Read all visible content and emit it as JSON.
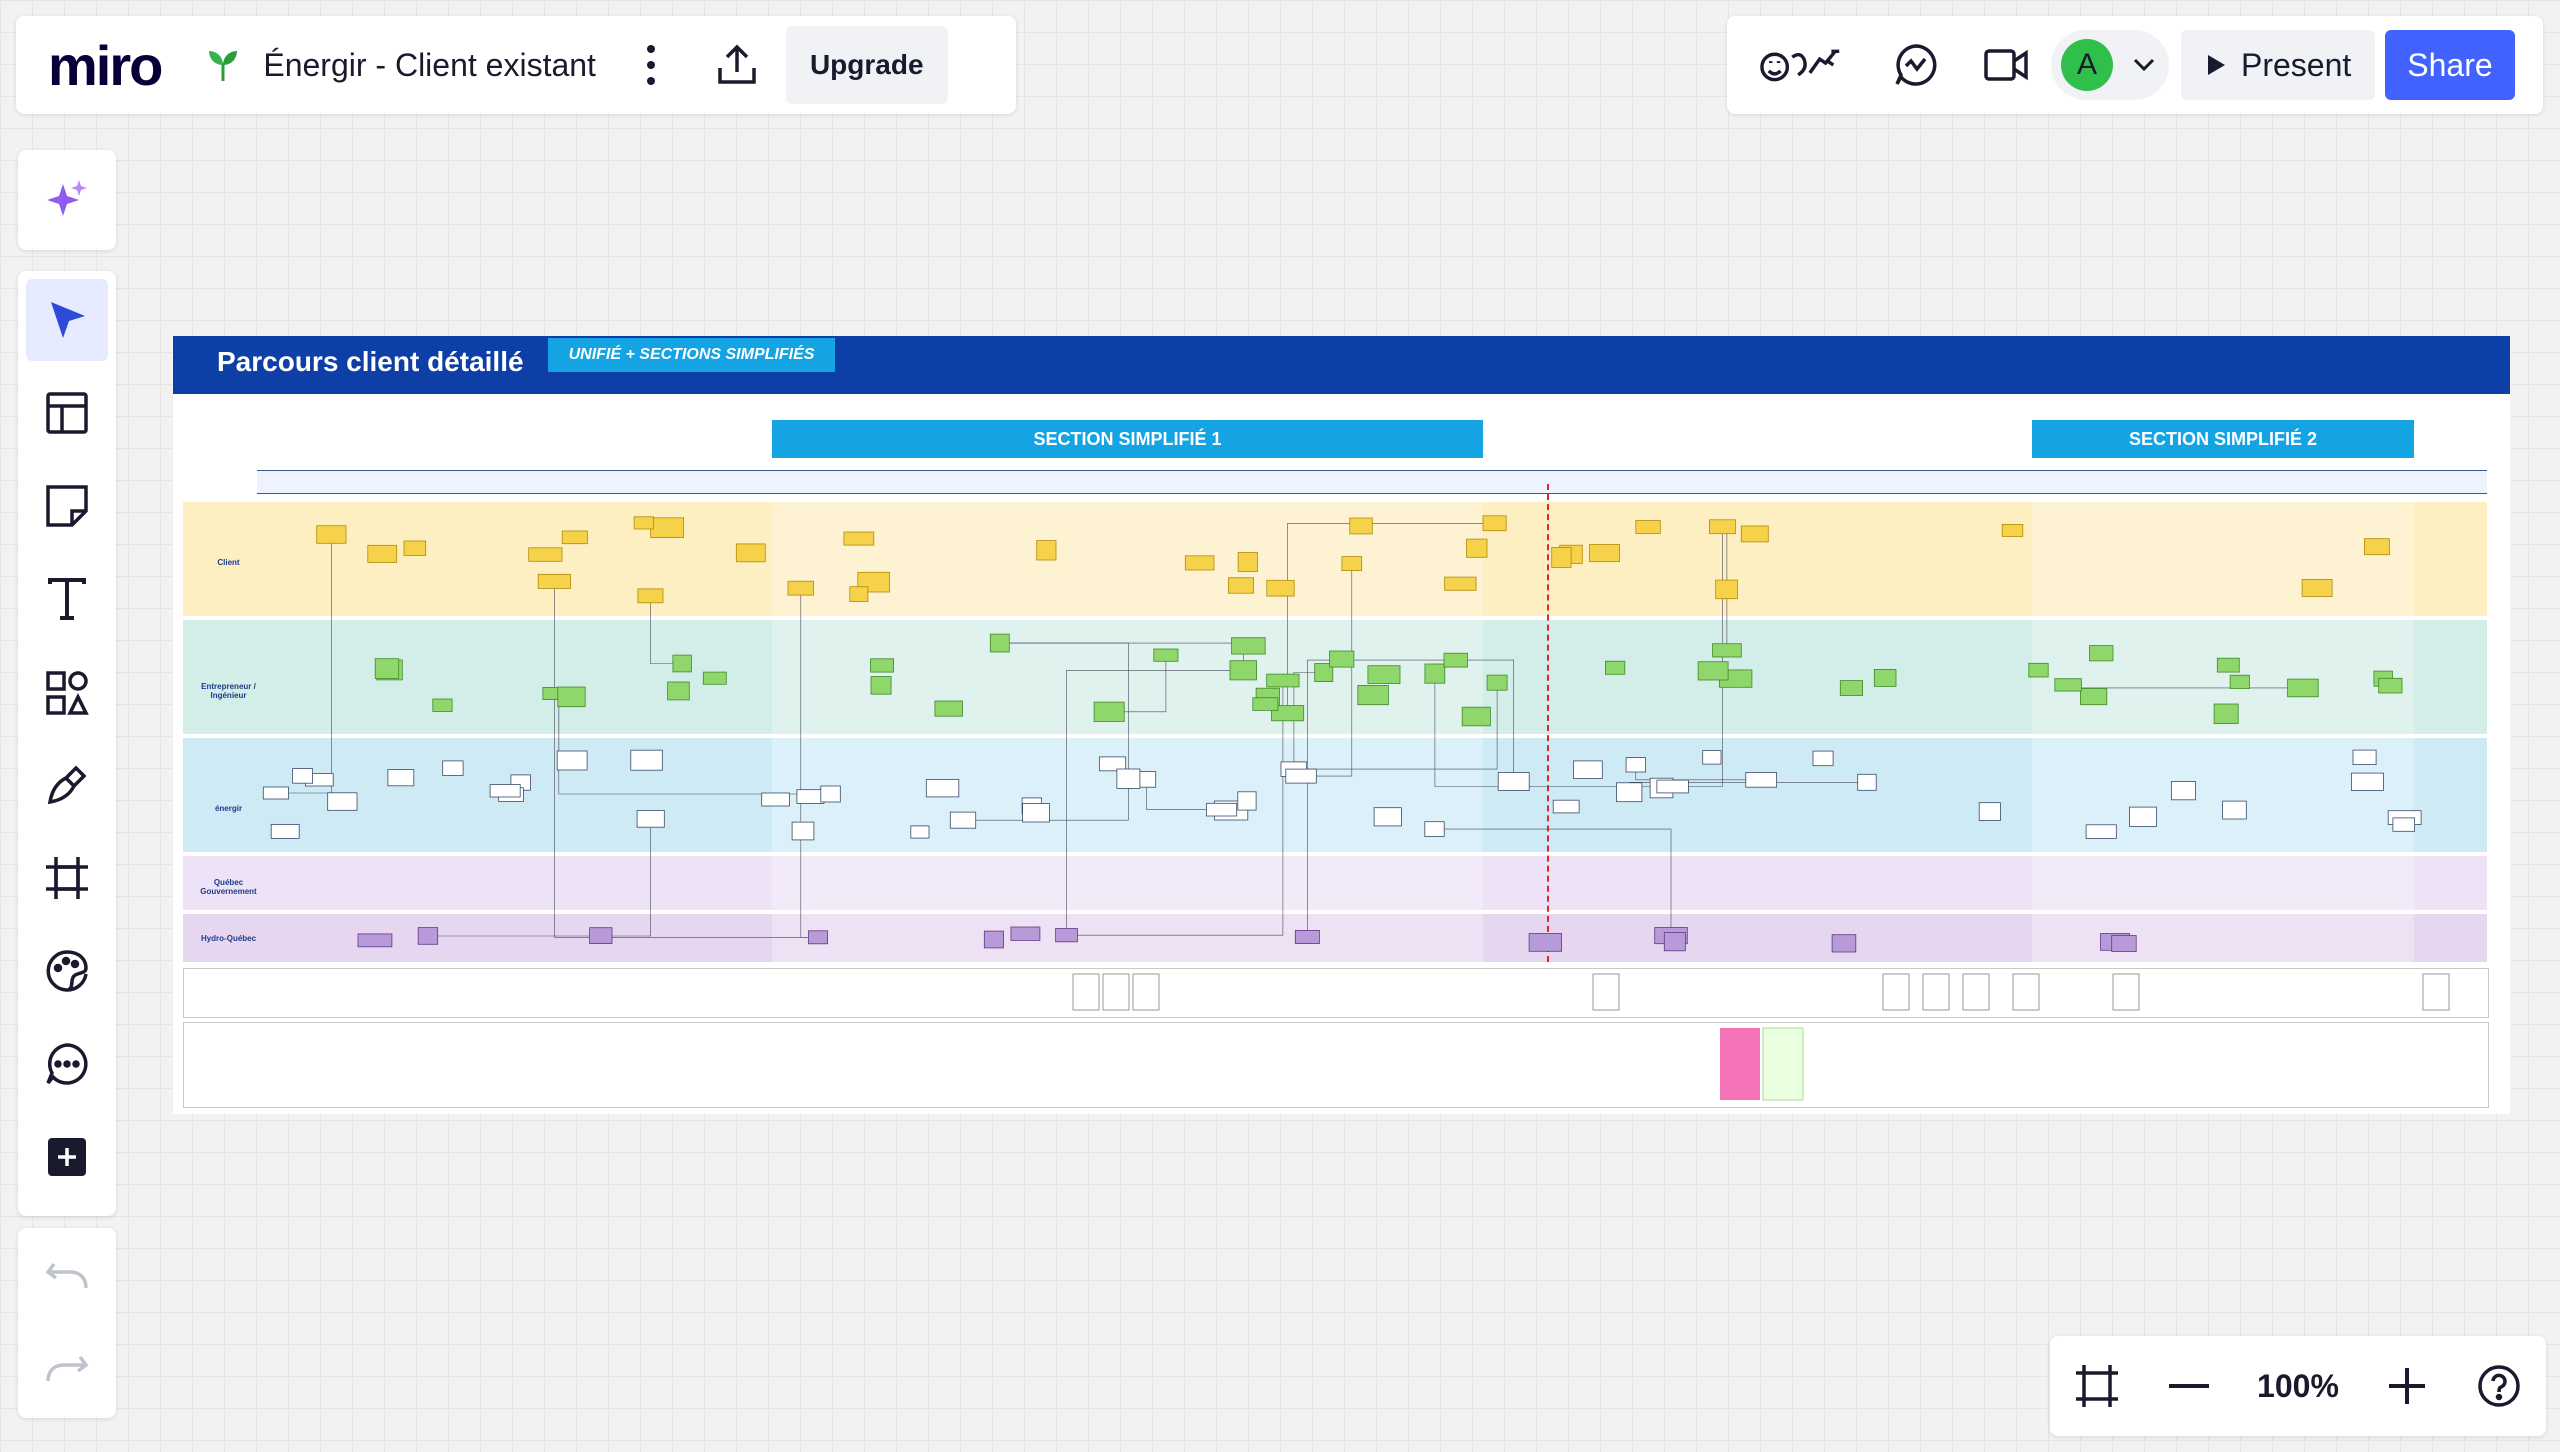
{
  "app": {
    "logo": "miro",
    "board_title": "Énergir - Client existant"
  },
  "topbar": {
    "upgrade_label": "Upgrade",
    "present_label": "Present",
    "share_label": "Share",
    "avatar_initial": "A"
  },
  "board": {
    "banner_title": "Parcours client détaillé",
    "banner_tag": "UNIFIÉ + SECTIONS SIMPLIFIÉS",
    "section1": "SECTION SIMPLIFIÉ 1",
    "section2": "SECTION SIMPLIFIÉ 2",
    "lanes": [
      {
        "label": "Client",
        "color": "#fdefc2"
      },
      {
        "label": "Entrepreneur / Ingénieur",
        "color": "#d3eee8"
      },
      {
        "label": "énergir",
        "color": "#cdeaf5"
      },
      {
        "label": "Québec Gouvernement",
        "color": "#eee2f6"
      },
      {
        "label": "Hydro-Québec",
        "color": "#e6d6ef"
      }
    ]
  },
  "zoom": {
    "level": "100%"
  },
  "icons": [
    "sparkle-icon",
    "select-icon",
    "template-icon",
    "sticky-note-icon",
    "text-icon",
    "shapes-icon",
    "pen-icon",
    "frame-icon",
    "sticker-icon",
    "comment-icon",
    "more-tools-icon",
    "undo-icon",
    "redo-icon",
    "fit-icon",
    "zoom-out-icon",
    "zoom-in-icon",
    "help-icon"
  ]
}
